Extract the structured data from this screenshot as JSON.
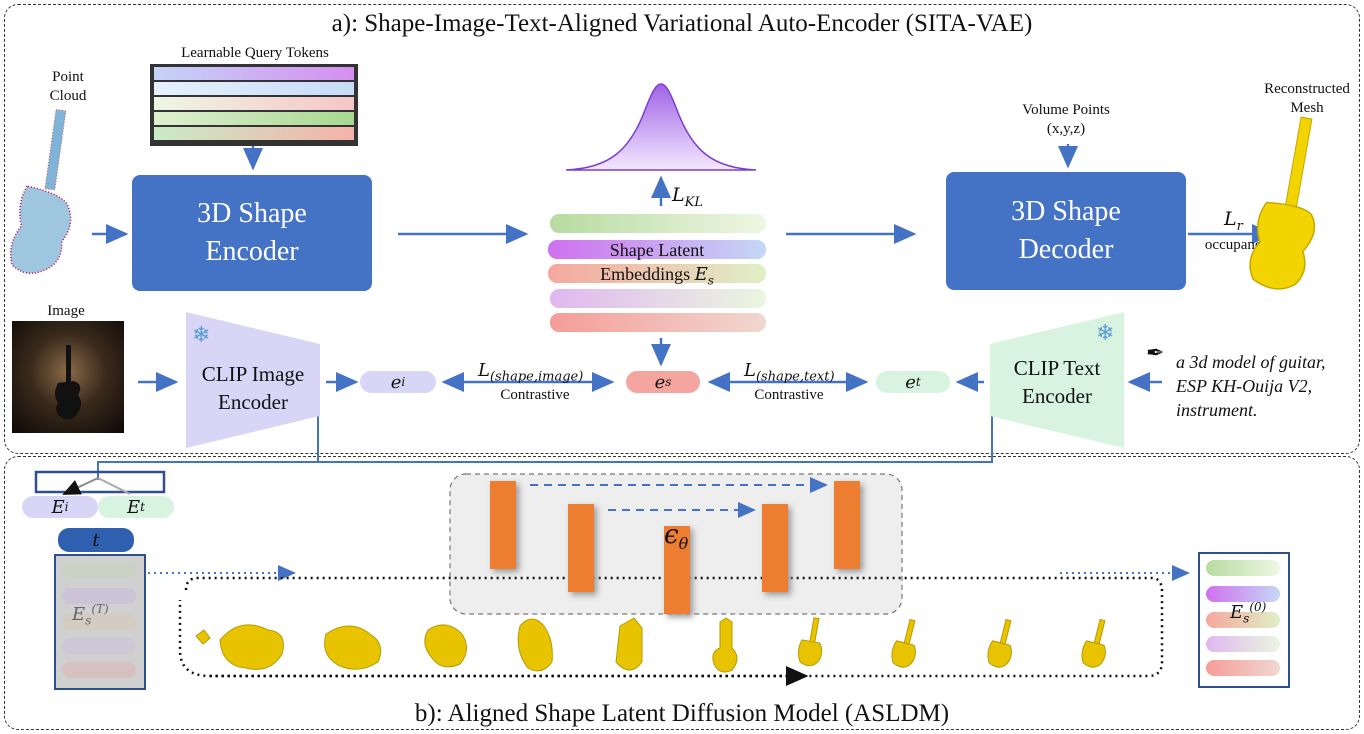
{
  "titles": {
    "top": "a): Shape-Image-Text-Aligned Variational Auto-Encoder (SITA-VAE)",
    "bottom": "b): Aligned Shape Latent Diffusion Model (ASLDM)"
  },
  "labels": {
    "point_cloud": "Point\nCloud",
    "query_tokens": "Learnable Query Tokens",
    "image": "Image",
    "volume_points": "Volume Points\n(x,y,z)",
    "recon_mesh": "Reconstructed\nMesh",
    "occupancy": "occupancy",
    "contrastive_left": "Contrastive",
    "contrastive_right": "Contrastive"
  },
  "boxes": {
    "shape_encoder": "3D Shape\nEncoder",
    "shape_decoder": "3D Shape\nDecoder",
    "clip_image": "CLIP Image\nEncoder",
    "clip_text": "CLIP Text\nEncoder"
  },
  "latent": {
    "line1": "Shape Latent",
    "line2": "Embeddings"
  },
  "math": {
    "l_kl": "L",
    "l_kl_sub": "KL",
    "l_r": "L",
    "l_r_sub": "r",
    "l_shape_image": "L",
    "l_shape_image_sub": "(shape,image)",
    "l_shape_text": "L",
    "l_shape_text_sub": "(shape,text)",
    "e_i": "e",
    "e_i_sub": "i",
    "e_s": "e",
    "e_s_sub": "s",
    "e_t": "e",
    "e_t_sub": "t",
    "E_s": "E",
    "E_s_sub": "s",
    "E_i": "E",
    "E_i_sub": "i",
    "E_t": "E",
    "E_t_sub": "t",
    "t": "t",
    "eps": "ϵ",
    "eps_sub": "θ",
    "E_sT": "E",
    "E_sT_sub": "s",
    "E_sT_sup": "(T)",
    "E_s0": "E",
    "E_s0_sub": "s",
    "E_s0_sup": "(0)"
  },
  "caption": "a 3d model of guitar,\nESP KH-Ouija V2,\ninstrument.",
  "colors": {
    "blue": "#4472c4",
    "orange": "#ed7d31",
    "gold": "#f0d000",
    "clip_image_fill": "#d9d5f7",
    "clip_text_fill": "#d8f3e0"
  }
}
